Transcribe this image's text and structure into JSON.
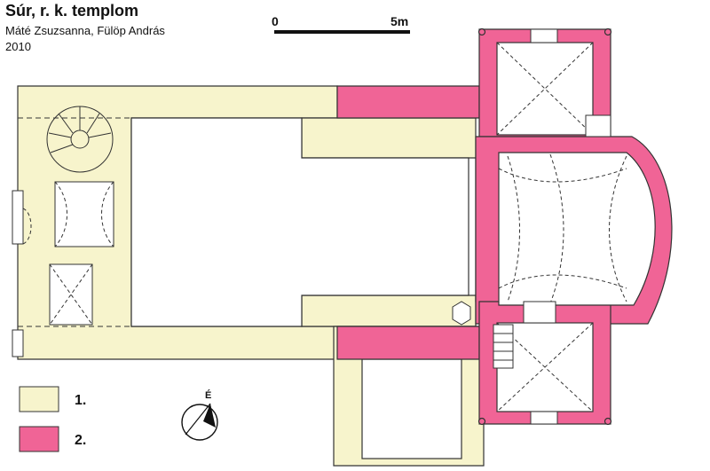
{
  "header": {
    "title": "Súr, r. k. templom",
    "authors": "Máté Zsuzsanna, Fülöp András",
    "year": "2010"
  },
  "scale": {
    "start_label": "0",
    "end_label": "5m"
  },
  "legend": {
    "items": [
      {
        "label": "1.",
        "color": "#f7f4cc"
      },
      {
        "label": "2.",
        "color": "#f06496"
      }
    ]
  },
  "north": {
    "label": "É"
  },
  "colors": {
    "phase1": "#f7f4cc",
    "phase2": "#f06496",
    "outline": "#333333"
  }
}
